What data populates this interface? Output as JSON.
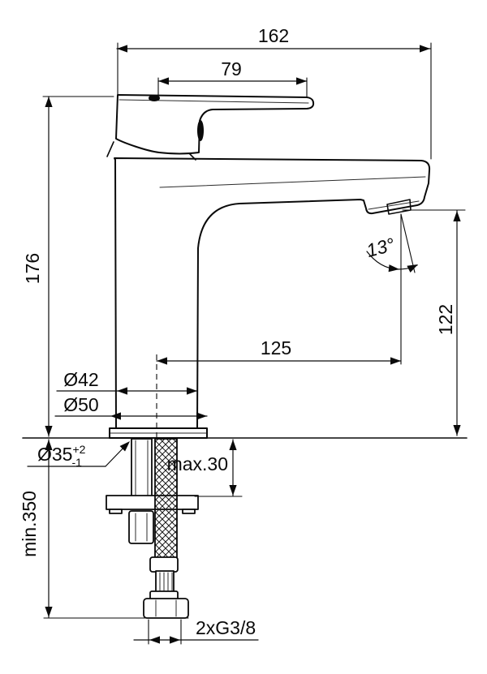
{
  "drawing": {
    "labels": {
      "overall_length": "162",
      "lever_length": "79",
      "total_height": "176",
      "spout_reach": "125",
      "outlet_height": "122",
      "spout_angle": "13°",
      "body_diameter": "Ø42",
      "base_diameter": "Ø50",
      "hole_diameter": "Ø35",
      "hole_tol_plus": "+2",
      "hole_tol_minus": "-1",
      "max_deck_thickness": "max.30",
      "min_hose_length": "min.350",
      "connection_thread": "2xG3/8"
    }
  }
}
